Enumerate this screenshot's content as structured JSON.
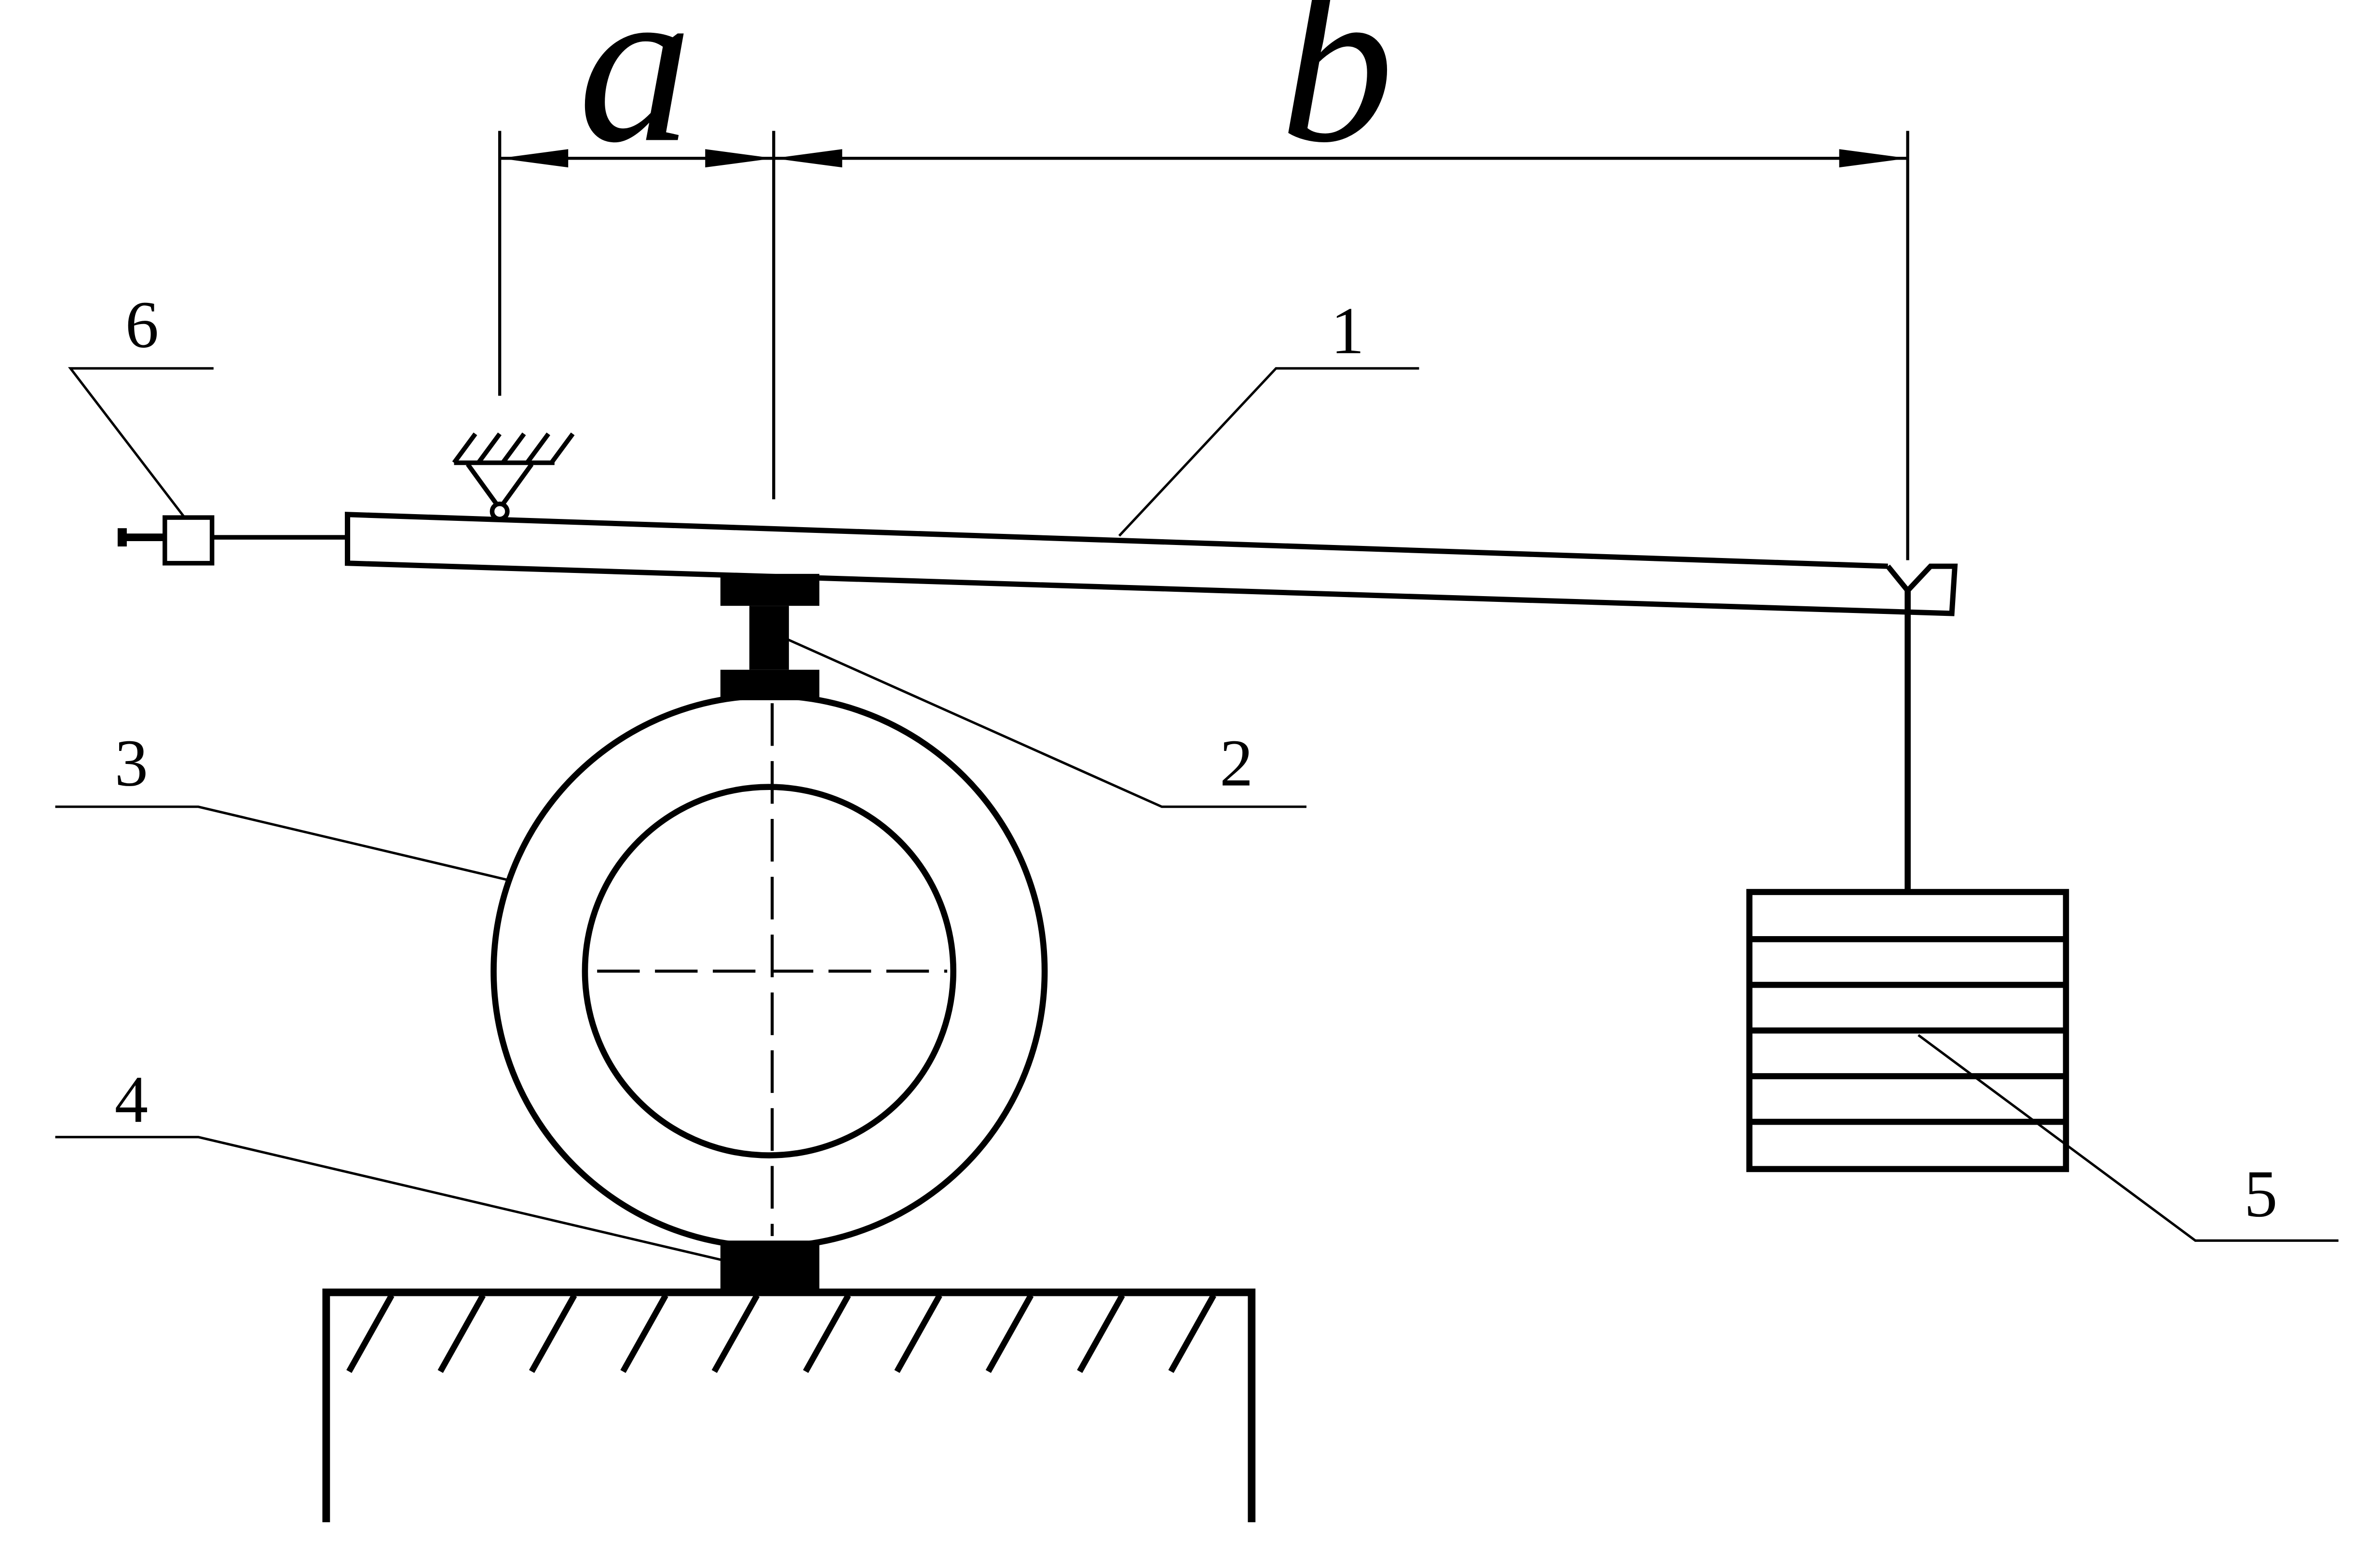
{
  "diagram": {
    "dimension_labels": {
      "a": "a",
      "b": "b"
    },
    "part_labels": {
      "p1": "1",
      "p2": "2",
      "p3": "3",
      "p4": "4",
      "p5": "5",
      "p6": "6"
    }
  },
  "colors": {
    "line": "#000000",
    "background": "#ffffff"
  }
}
